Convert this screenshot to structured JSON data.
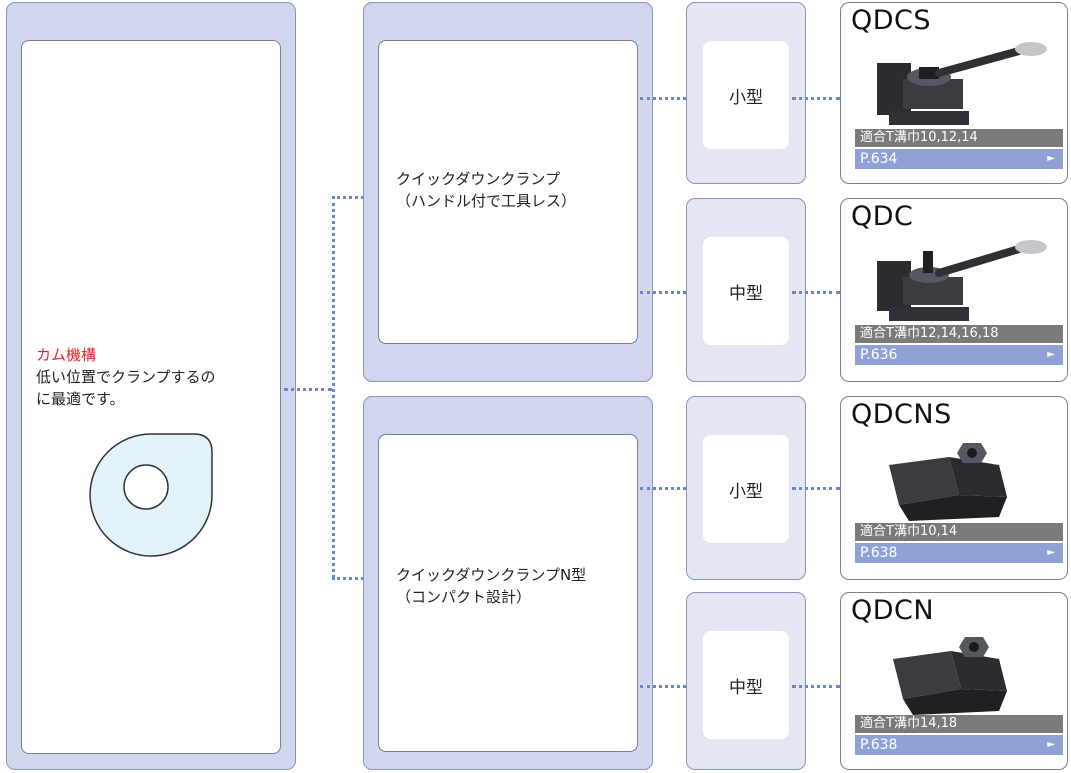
{
  "mechanism": {
    "title": "カム機構",
    "description_line1": "低い位置でクランプするの",
    "description_line2": "に最適です。"
  },
  "series": [
    {
      "name_line1": "クイックダウンクランプ",
      "name_line2": "（ハンドル付で工具レス）"
    },
    {
      "name_line1": "クイックダウンクランプN型",
      "name_line2": "（コンパクト設計）"
    }
  ],
  "sizes": [
    "小型",
    "中型",
    "小型",
    "中型"
  ],
  "products": [
    {
      "name": "QDCS",
      "spec": "適合T溝巾10,12,14",
      "page": "P.634"
    },
    {
      "name": "QDC",
      "spec": "適合T溝巾12,14,16,18",
      "page": "P.636"
    },
    {
      "name": "QDCNS",
      "spec": "適合T溝巾10,14",
      "page": "P.638"
    },
    {
      "name": "QDCN",
      "spec": "適合T溝巾14,18",
      "page": "P.638"
    }
  ],
  "link_arrow": "►",
  "colors": {
    "panel": "#cfd6ee",
    "size_panel": "#e4e7f3",
    "accent_red": "#e0262a",
    "spec_bar": "#7a7a7a",
    "page_bar": "#8ea2d8",
    "connector": "#6f86c6"
  }
}
